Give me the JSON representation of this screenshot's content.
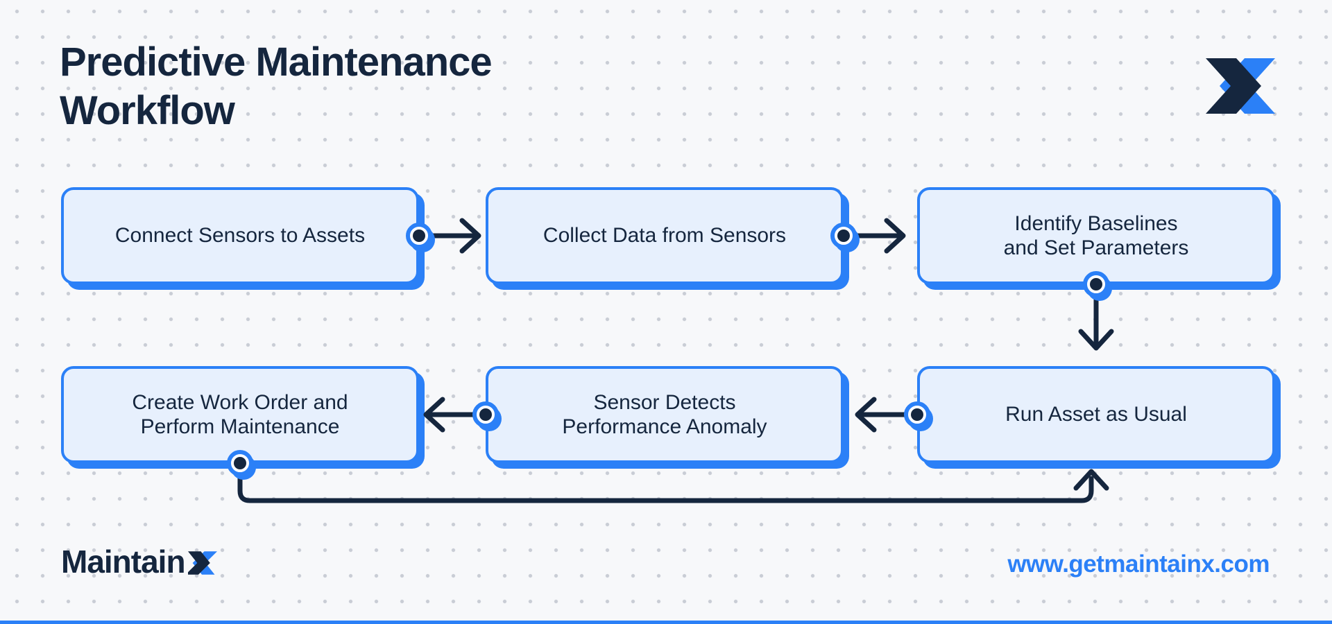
{
  "title": "Predictive Maintenance\nWorkflow",
  "workflow": {
    "steps": [
      {
        "label": "Connect Sensors to Assets"
      },
      {
        "label": "Collect Data from Sensors"
      },
      {
        "label": "Identify Baselines\nand Set Parameters"
      },
      {
        "label": "Run Asset as Usual"
      },
      {
        "label": "Sensor Detects\nPerformance Anomaly"
      },
      {
        "label": "Create Work Order and\nPerform Maintenance"
      }
    ]
  },
  "footer": {
    "brand_text": "Maintain",
    "brand_full": "MaintainX",
    "url": "www.getmaintainx.com"
  },
  "theme": {
    "navy": "#15263E",
    "accent": "#2B80F7",
    "box_fill": "#E7F0FD",
    "background": "#F7F8FA",
    "dot_color": "#C9CDD5"
  }
}
